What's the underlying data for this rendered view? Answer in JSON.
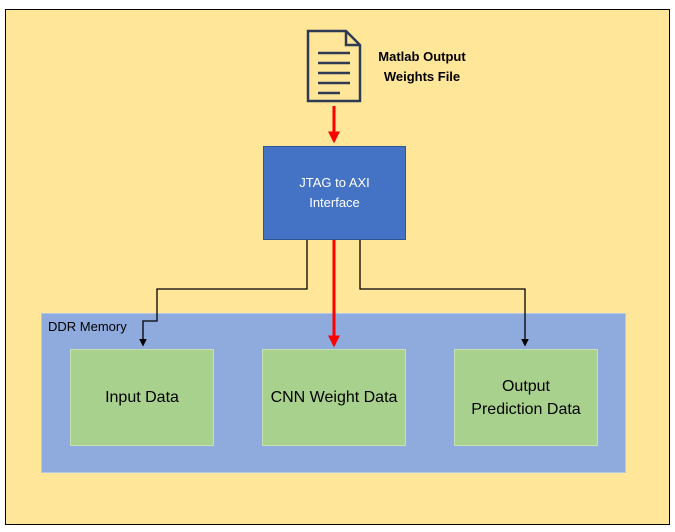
{
  "document": {
    "label_line1": "Matlab Output",
    "label_line2": "Weights File"
  },
  "jtag": {
    "line1": "JTAG to AXI",
    "line2": "Interface"
  },
  "ddr": {
    "label": "DDR Memory"
  },
  "blocks": {
    "input": {
      "line1": "Input Data"
    },
    "weights": {
      "line1": "CNN Weight Data"
    },
    "output": {
      "line1": "Output",
      "line2": "Prediction Data"
    }
  },
  "colors": {
    "background": "#ffe699",
    "jtag": "#4472c4",
    "ddr": "#8faadc",
    "block": "#a9d18e",
    "data_path": "#ff0000",
    "control_path": "#000000"
  }
}
